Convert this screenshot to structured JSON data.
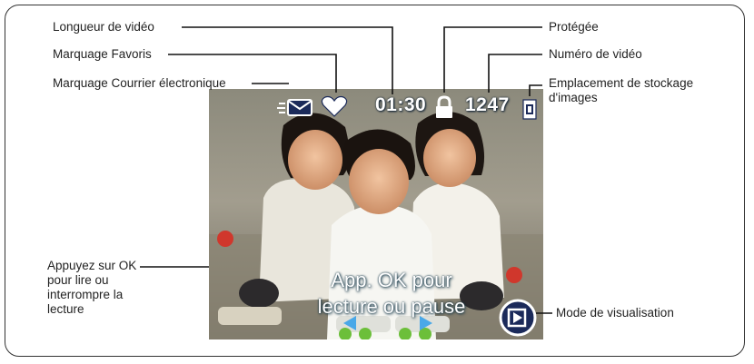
{
  "callouts": {
    "video_length": "Longueur de vidéo",
    "favorite_tag": "Marquage Favoris",
    "email_tag": "Marquage Courrier électronique",
    "protected": "Protégée",
    "video_number": "Numéro de vidéo",
    "storage_line1": "Emplacement de stockage",
    "storage_line2": "d'images",
    "press_ok_lines": [
      "Appuyez sur OK",
      "pour lire ou",
      "interrompre la",
      "lecture"
    ],
    "view_mode": "Mode de visualisation"
  },
  "screen": {
    "duration": "01:30",
    "video_number": "1247",
    "overlay_line1": "App. OK pour",
    "overlay_line2": "lecture ou pause"
  },
  "icons": [
    "email-icon",
    "heart-icon",
    "lock-icon",
    "memory-card-icon",
    "play-mode-icon",
    "left-arrow-icon",
    "right-arrow-icon"
  ],
  "colors": {
    "frame": "#333333",
    "osd_text": "#ffffff",
    "play_badge": "#1b2a5a",
    "arrows": "#4aa8e8"
  }
}
